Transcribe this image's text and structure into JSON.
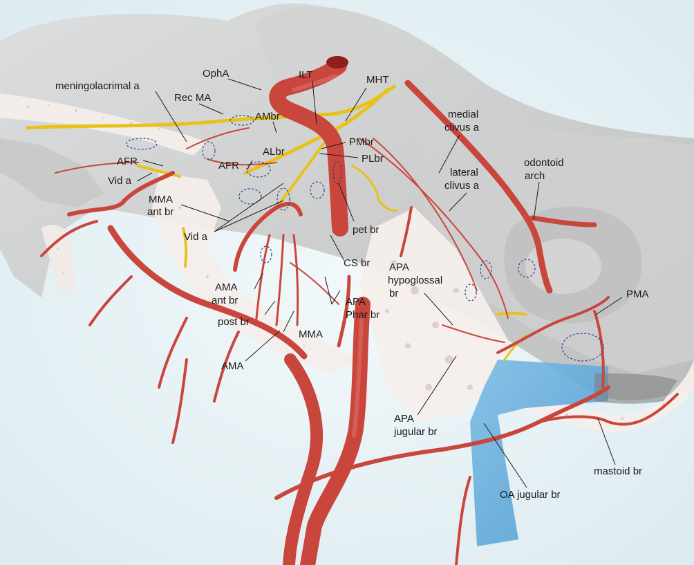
{
  "colors": {
    "background": "#e8f3f6",
    "skull": "#c8c8c8",
    "bone": "#f1ece9",
    "artery": "#c9463d",
    "nerve": "#e8c21a",
    "vein": "#5aa7d6",
    "anastomosis_marker": "#2f3f93"
  },
  "labels": {
    "meningolacrimal": "meningolacrimal a",
    "rec_ma": "Rec MA",
    "opha": "OphA",
    "ilt": "ILT",
    "mht": "MHT",
    "ambr": "AMbr",
    "afr_left": "AFR",
    "vid_a_left": "Vid a",
    "albr": "ALbr",
    "afr_mid": "AFR",
    "pmbr": "PMbr",
    "plbr": "PLbr",
    "medial_clivus_1": "medial",
    "medial_clivus_2": "clivus a",
    "lateral_clivus_1": "lateral",
    "lateral_clivus_2": "clivus a",
    "odontoid_1": "odontoid",
    "odontoid_2": "arch",
    "mma_ant_1": "MMA",
    "mma_ant_2": "ant br",
    "vid_a_mid": "Vid a",
    "pet_br": "pet br",
    "cs_br": "CS br",
    "apa_hypo_1": "APA",
    "apa_hypo_2": "hypoglossal",
    "apa_hypo_3": "br",
    "pma": "PMA",
    "ama_ant_1": "AMA",
    "ama_ant_2": "ant br",
    "apa_phar_1": "APA",
    "apa_phar_2": "Phar br",
    "post_br": "post br",
    "mma": "MMA",
    "ama": "AMA",
    "apa_jug_1": "APA",
    "apa_jug_2": "jugular br",
    "mastoid_br": "mastoid br",
    "oa_jugular_br": "OA jugular br"
  }
}
